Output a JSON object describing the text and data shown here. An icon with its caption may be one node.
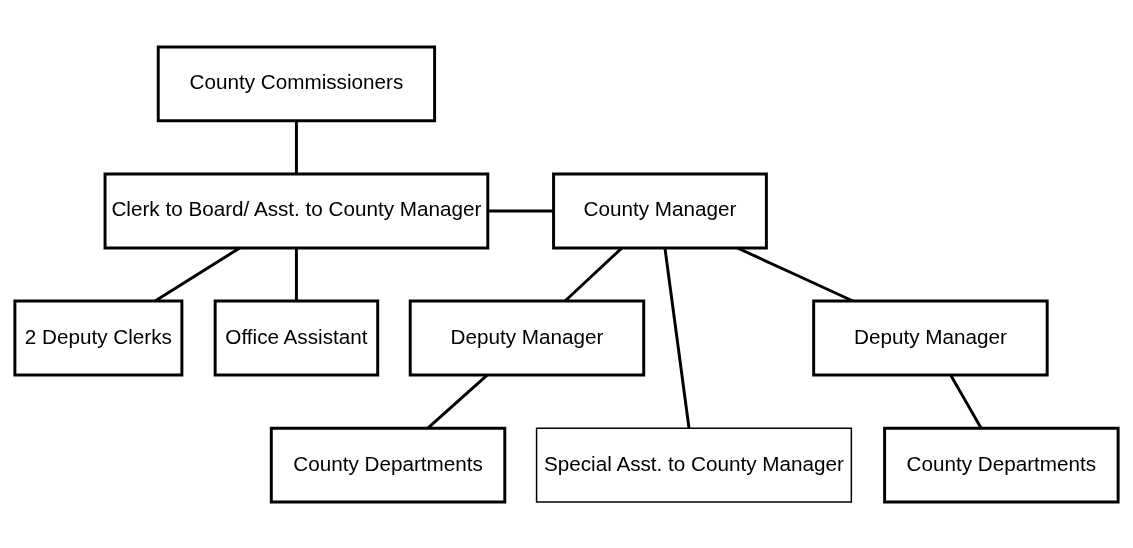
{
  "diagram": {
    "nodes": [
      {
        "text": [
          "County Commissioners"
        ]
      },
      {
        "text": [
          "Clerk to Board/ Asst. to County Manager"
        ]
      },
      {
        "text": [
          "County Manager"
        ]
      },
      {
        "text": [
          "2 Deputy Clerks"
        ]
      },
      {
        "text": [
          "Office Assistant"
        ]
      },
      {
        "text": [
          "Deputy Manager"
        ]
      },
      {
        "text": [
          "Deputy Manager"
        ]
      },
      {
        "text": [
          "County Departments"
        ]
      },
      {
        "text": [
          "Special Asst. to County Manager"
        ]
      },
      {
        "text": [
          "County Departments"
        ]
      }
    ],
    "edges": [
      {
        "from": 0,
        "to": 1,
        "arrow": "none"
      },
      {
        "from": 1,
        "to": 2,
        "arrow": "none"
      },
      {
        "from": 1,
        "to": 3,
        "arrow": "none"
      },
      {
        "from": 1,
        "to": 4,
        "arrow": "none"
      },
      {
        "from": 2,
        "to": 5,
        "arrow": "none"
      },
      {
        "from": 2,
        "to": 8,
        "arrow": "none"
      },
      {
        "from": 2,
        "to": 6,
        "arrow": "none"
      },
      {
        "from": 5,
        "to": 7,
        "arrow": "none"
      },
      {
        "from": 6,
        "to": 9,
        "arrow": "none"
      }
    ]
  }
}
